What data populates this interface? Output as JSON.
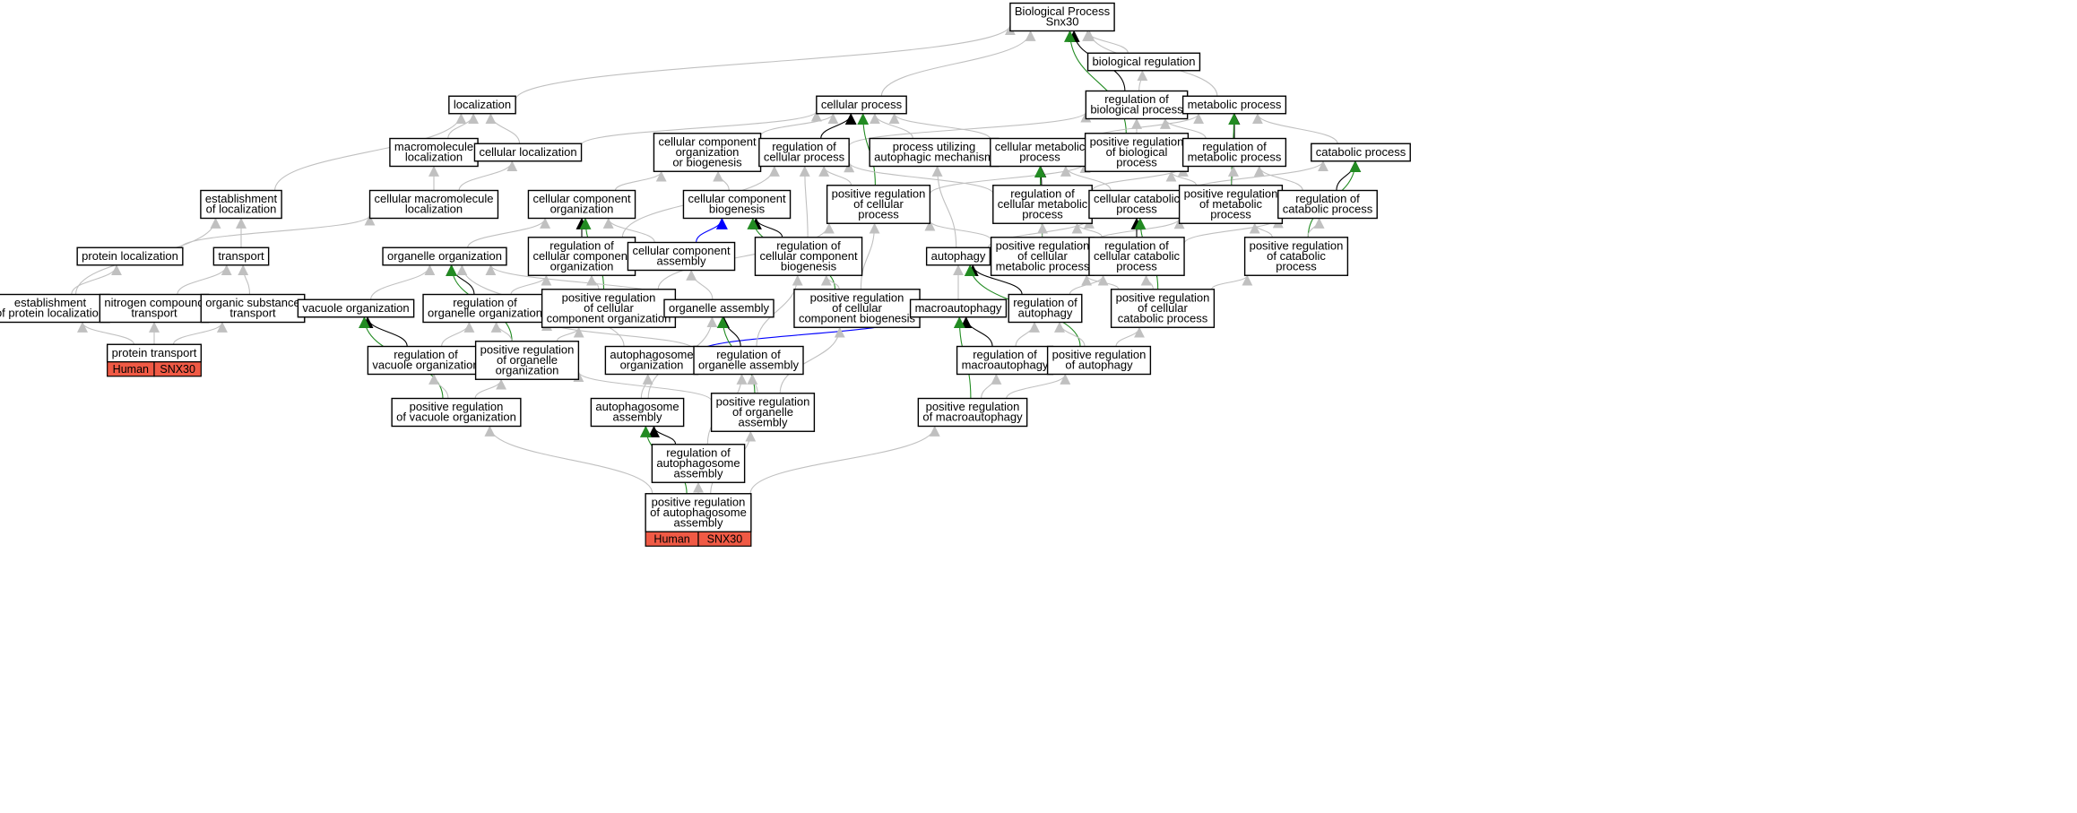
{
  "colors": {
    "is_a": "#c0c0c0",
    "part_of": "#000000",
    "positively_regulates": "#228b22",
    "regulates_blue": "#0000ff",
    "annotation_tag": "#f05a45"
  },
  "nodes": [
    {
      "id": "bp",
      "lines": [
        "Biological Process",
        "Snx30"
      ]
    },
    {
      "id": "biolreg",
      "lines": [
        "biological regulation"
      ]
    },
    {
      "id": "loc",
      "lines": [
        "localization"
      ]
    },
    {
      "id": "cellproc",
      "lines": [
        "cellular process"
      ]
    },
    {
      "id": "regbio",
      "lines": [
        "regulation of",
        "biological process"
      ]
    },
    {
      "id": "metab",
      "lines": [
        "metabolic process"
      ]
    },
    {
      "id": "macroloc",
      "lines": [
        "macromolecule",
        "localization"
      ]
    },
    {
      "id": "cellloc",
      "lines": [
        "cellular localization"
      ]
    },
    {
      "id": "ccob",
      "lines": [
        "cellular component",
        "organization",
        "or biogenesis"
      ]
    },
    {
      "id": "regcell",
      "lines": [
        "regulation of",
        "cellular process"
      ]
    },
    {
      "id": "pum",
      "lines": [
        "process utilizing",
        "autophagic mechanism"
      ]
    },
    {
      "id": "cellmet",
      "lines": [
        "cellular metabolic",
        "process"
      ]
    },
    {
      "id": "posregbio",
      "lines": [
        "positive regulation",
        "of biological",
        "process"
      ]
    },
    {
      "id": "regmet",
      "lines": [
        "regulation of",
        "metabolic process"
      ]
    },
    {
      "id": "catab",
      "lines": [
        "catabolic process"
      ]
    },
    {
      "id": "estloc",
      "lines": [
        "establishment",
        "of localization"
      ]
    },
    {
      "id": "cmacroloc",
      "lines": [
        "cellular macromolecule",
        "localization"
      ]
    },
    {
      "id": "cco",
      "lines": [
        "cellular component",
        "organization"
      ]
    },
    {
      "id": "ccb",
      "lines": [
        "cellular component",
        "biogenesis"
      ]
    },
    {
      "id": "posregcell",
      "lines": [
        "positive regulation",
        "of cellular",
        "process"
      ]
    },
    {
      "id": "regcellmet",
      "lines": [
        "regulation of",
        "cellular metabolic",
        "process"
      ]
    },
    {
      "id": "cellcat",
      "lines": [
        "cellular catabolic",
        "process"
      ]
    },
    {
      "id": "posregmet",
      "lines": [
        "positive regulation",
        "of metabolic",
        "process"
      ]
    },
    {
      "id": "regcat",
      "lines": [
        "regulation of",
        "catabolic process"
      ]
    },
    {
      "id": "protloc",
      "lines": [
        "protein localization"
      ]
    },
    {
      "id": "transport",
      "lines": [
        "transport"
      ]
    },
    {
      "id": "orgorg",
      "lines": [
        "organelle organization"
      ]
    },
    {
      "id": "regcco",
      "lines": [
        "regulation of",
        "cellular component",
        "organization"
      ]
    },
    {
      "id": "cca",
      "lines": [
        "cellular component",
        "assembly"
      ]
    },
    {
      "id": "regccb",
      "lines": [
        "regulation of",
        "cellular component",
        "biogenesis"
      ]
    },
    {
      "id": "autophagy",
      "lines": [
        "autophagy"
      ]
    },
    {
      "id": "posregcellmet",
      "lines": [
        "positive regulation",
        "of cellular",
        "metabolic process"
      ]
    },
    {
      "id": "regcellcat",
      "lines": [
        "regulation of",
        "cellular catabolic",
        "process"
      ]
    },
    {
      "id": "posregcat",
      "lines": [
        "positive regulation",
        "of catabolic",
        "process"
      ]
    },
    {
      "id": "estprotloc",
      "lines": [
        "establishment",
        "of protein localization"
      ]
    },
    {
      "id": "ncompt",
      "lines": [
        "nitrogen compound",
        "transport"
      ]
    },
    {
      "id": "orgsubt",
      "lines": [
        "organic substance",
        "transport"
      ]
    },
    {
      "id": "vacorg",
      "lines": [
        "vacuole organization"
      ]
    },
    {
      "id": "regorgorg",
      "lines": [
        "regulation of",
        "organelle organization"
      ]
    },
    {
      "id": "posregcco",
      "lines": [
        "positive regulation",
        "of cellular",
        "component organization"
      ]
    },
    {
      "id": "orgasm",
      "lines": [
        "organelle assembly"
      ]
    },
    {
      "id": "posregccb",
      "lines": [
        "positive regulation",
        "of cellular",
        "component biogenesis"
      ]
    },
    {
      "id": "macroaut",
      "lines": [
        "macroautophagy"
      ]
    },
    {
      "id": "regaut",
      "lines": [
        "regulation of",
        "autophagy"
      ]
    },
    {
      "id": "posregcellcat",
      "lines": [
        "positive regulation",
        "of cellular",
        "catabolic process"
      ]
    },
    {
      "id": "prottrans",
      "lines": [
        "protein transport"
      ]
    },
    {
      "id": "regvacorg",
      "lines": [
        "regulation of",
        "vacuole organization"
      ]
    },
    {
      "id": "posregorgorg",
      "lines": [
        "positive regulation",
        "of organelle",
        "organization"
      ]
    },
    {
      "id": "apo",
      "lines": [
        "autophagosome",
        "organization"
      ]
    },
    {
      "id": "regorgasm",
      "lines": [
        "regulation of",
        "organelle assembly"
      ]
    },
    {
      "id": "regmacroaut",
      "lines": [
        "regulation of",
        "macroautophagy"
      ]
    },
    {
      "id": "posregaut",
      "lines": [
        "positive regulation",
        "of autophagy"
      ]
    },
    {
      "id": "posregvacorg",
      "lines": [
        "positive regulation",
        "of vacuole organization"
      ]
    },
    {
      "id": "apa",
      "lines": [
        "autophagosome",
        "assembly"
      ]
    },
    {
      "id": "posregorgasm",
      "lines": [
        "positive regulation",
        "of organelle",
        "assembly"
      ]
    },
    {
      "id": "posregmacroaut",
      "lines": [
        "positive regulation",
        "of macroautophagy"
      ]
    },
    {
      "id": "regapa",
      "lines": [
        "regulation of",
        "autophagosome",
        "assembly"
      ]
    },
    {
      "id": "posregapa",
      "lines": [
        "positive regulation",
        "of autophagosome",
        "assembly"
      ]
    }
  ],
  "annotations": [
    {
      "node": "prottrans",
      "species": "Human",
      "gene": "SNX30"
    },
    {
      "node": "posregapa",
      "species": "Human",
      "gene": "SNX30"
    }
  ],
  "edges": [
    {
      "from": "biolreg",
      "to": "bp",
      "type": "is_a"
    },
    {
      "from": "loc",
      "to": "bp",
      "type": "is_a"
    },
    {
      "from": "cellproc",
      "to": "bp",
      "type": "is_a"
    },
    {
      "from": "metab",
      "to": "bp",
      "type": "is_a"
    },
    {
      "from": "regbio",
      "to": "biolreg",
      "type": "is_a"
    },
    {
      "from": "regbio",
      "to": "bp",
      "type": "part_of"
    },
    {
      "from": "posregbio",
      "to": "bp",
      "type": "positively_regulates"
    },
    {
      "from": "posregbio",
      "to": "regbio",
      "type": "is_a"
    },
    {
      "from": "macroloc",
      "to": "loc",
      "type": "is_a"
    },
    {
      "from": "cellloc",
      "to": "loc",
      "type": "is_a"
    },
    {
      "from": "cellloc",
      "to": "cellproc",
      "type": "is_a"
    },
    {
      "from": "ccob",
      "to": "cellproc",
      "type": "is_a"
    },
    {
      "from": "regcell",
      "to": "cellproc",
      "type": "part_of"
    },
    {
      "from": "regcell",
      "to": "regbio",
      "type": "is_a"
    },
    {
      "from": "pum",
      "to": "cellproc",
      "type": "is_a"
    },
    {
      "from": "cellmet",
      "to": "cellproc",
      "type": "is_a"
    },
    {
      "from": "cellmet",
      "to": "metab",
      "type": "is_a"
    },
    {
      "from": "regmet",
      "to": "metab",
      "type": "part_of"
    },
    {
      "from": "regmet",
      "to": "regbio",
      "type": "is_a"
    },
    {
      "from": "catab",
      "to": "metab",
      "type": "is_a"
    },
    {
      "from": "estloc",
      "to": "loc",
      "type": "is_a"
    },
    {
      "from": "cmacroloc",
      "to": "macroloc",
      "type": "is_a"
    },
    {
      "from": "cmacroloc",
      "to": "cellloc",
      "type": "is_a"
    },
    {
      "from": "cco",
      "to": "ccob",
      "type": "is_a"
    },
    {
      "from": "ccb",
      "to": "ccob",
      "type": "is_a"
    },
    {
      "from": "posregcell",
      "to": "cellproc",
      "type": "positively_regulates"
    },
    {
      "from": "posregcell",
      "to": "regcell",
      "type": "is_a"
    },
    {
      "from": "posregcell",
      "to": "posregbio",
      "type": "is_a"
    },
    {
      "from": "regcellmet",
      "to": "cellmet",
      "type": "part_of"
    },
    {
      "from": "regcellmet",
      "to": "regcell",
      "type": "is_a"
    },
    {
      "from": "regcellmet",
      "to": "regmet",
      "type": "is_a"
    },
    {
      "from": "cellcat",
      "to": "cellmet",
      "type": "is_a"
    },
    {
      "from": "cellcat",
      "to": "catab",
      "type": "is_a"
    },
    {
      "from": "posregmet",
      "to": "metab",
      "type": "positively_regulates"
    },
    {
      "from": "posregmet",
      "to": "regmet",
      "type": "is_a"
    },
    {
      "from": "posregmet",
      "to": "posregbio",
      "type": "is_a"
    },
    {
      "from": "regcat",
      "to": "catab",
      "type": "part_of"
    },
    {
      "from": "regcat",
      "to": "regmet",
      "type": "is_a"
    },
    {
      "from": "protloc",
      "to": "cmacroloc",
      "type": "is_a"
    },
    {
      "from": "transport",
      "to": "estloc",
      "type": "is_a"
    },
    {
      "from": "orgorg",
      "to": "cco",
      "type": "is_a"
    },
    {
      "from": "regcco",
      "to": "cco",
      "type": "part_of"
    },
    {
      "from": "regcco",
      "to": "regcell",
      "type": "is_a"
    },
    {
      "from": "cca",
      "to": "ccb",
      "type": "regulates_blue"
    },
    {
      "from": "cca",
      "to": "cco",
      "type": "is_a"
    },
    {
      "from": "regccb",
      "to": "ccb",
      "type": "part_of"
    },
    {
      "from": "regccb",
      "to": "regcell",
      "type": "is_a"
    },
    {
      "from": "autophagy",
      "to": "pum",
      "type": "is_a"
    },
    {
      "from": "autophagy",
      "to": "cellcat",
      "type": "is_a"
    },
    {
      "from": "posregcellmet",
      "to": "cellmet",
      "type": "positively_regulates"
    },
    {
      "from": "posregcellmet",
      "to": "regcellmet",
      "type": "is_a"
    },
    {
      "from": "posregcellmet",
      "to": "posregcell",
      "type": "is_a"
    },
    {
      "from": "posregcellmet",
      "to": "posregmet",
      "type": "is_a"
    },
    {
      "from": "regcellcat",
      "to": "cellcat",
      "type": "part_of"
    },
    {
      "from": "regcellcat",
      "to": "regcellmet",
      "type": "is_a"
    },
    {
      "from": "regcellcat",
      "to": "regcat",
      "type": "is_a"
    },
    {
      "from": "posregcat",
      "to": "catab",
      "type": "positively_regulates"
    },
    {
      "from": "posregcat",
      "to": "regcat",
      "type": "is_a"
    },
    {
      "from": "posregcat",
      "to": "posregmet",
      "type": "is_a"
    },
    {
      "from": "estprotloc",
      "to": "estloc",
      "type": "is_a"
    },
    {
      "from": "estprotloc",
      "to": "protloc",
      "type": "is_a"
    },
    {
      "from": "ncompt",
      "to": "transport",
      "type": "is_a"
    },
    {
      "from": "orgsubt",
      "to": "transport",
      "type": "is_a"
    },
    {
      "from": "vacorg",
      "to": "orgorg",
      "type": "is_a"
    },
    {
      "from": "regorgorg",
      "to": "orgorg",
      "type": "part_of"
    },
    {
      "from": "regorgorg",
      "to": "regcco",
      "type": "is_a"
    },
    {
      "from": "posregcco",
      "to": "cco",
      "type": "positively_regulates"
    },
    {
      "from": "posregcco",
      "to": "regcco",
      "type": "is_a"
    },
    {
      "from": "posregcco",
      "to": "posregcell",
      "type": "is_a"
    },
    {
      "from": "orgasm",
      "to": "orgorg",
      "type": "is_a"
    },
    {
      "from": "orgasm",
      "to": "cca",
      "type": "is_a"
    },
    {
      "from": "posregccb",
      "to": "ccb",
      "type": "positively_regulates"
    },
    {
      "from": "posregccb",
      "to": "regccb",
      "type": "is_a"
    },
    {
      "from": "posregccb",
      "to": "posregcell",
      "type": "is_a"
    },
    {
      "from": "macroaut",
      "to": "autophagy",
      "type": "is_a"
    },
    {
      "from": "regaut",
      "to": "autophagy",
      "type": "part_of"
    },
    {
      "from": "regaut",
      "to": "regcellcat",
      "type": "is_a"
    },
    {
      "from": "posregcellcat",
      "to": "cellcat",
      "type": "positively_regulates"
    },
    {
      "from": "posregcellcat",
      "to": "regcellcat",
      "type": "is_a"
    },
    {
      "from": "posregcellcat",
      "to": "posregcellmet",
      "type": "is_a"
    },
    {
      "from": "posregcellcat",
      "to": "posregcat",
      "type": "is_a"
    },
    {
      "from": "prottrans",
      "to": "estprotloc",
      "type": "is_a"
    },
    {
      "from": "prottrans",
      "to": "ncompt",
      "type": "is_a"
    },
    {
      "from": "prottrans",
      "to": "orgsubt",
      "type": "is_a"
    },
    {
      "from": "regvacorg",
      "to": "vacorg",
      "type": "part_of"
    },
    {
      "from": "regvacorg",
      "to": "regorgorg",
      "type": "is_a"
    },
    {
      "from": "posregorgorg",
      "to": "orgorg",
      "type": "positively_regulates"
    },
    {
      "from": "posregorgorg",
      "to": "regorgorg",
      "type": "is_a"
    },
    {
      "from": "posregorgorg",
      "to": "posregcco",
      "type": "is_a"
    },
    {
      "from": "apo",
      "to": "macroaut",
      "type": "regulates_blue"
    },
    {
      "from": "apo",
      "to": "orgorg",
      "type": "is_a"
    },
    {
      "from": "regorgasm",
      "to": "orgasm",
      "type": "part_of"
    },
    {
      "from": "regorgasm",
      "to": "regorgorg",
      "type": "is_a"
    },
    {
      "from": "regorgasm",
      "to": "regccb",
      "type": "is_a"
    },
    {
      "from": "regmacroaut",
      "to": "macroaut",
      "type": "part_of"
    },
    {
      "from": "regmacroaut",
      "to": "regaut",
      "type": "is_a"
    },
    {
      "from": "posregaut",
      "to": "autophagy",
      "type": "positively_regulates"
    },
    {
      "from": "posregaut",
      "to": "regaut",
      "type": "is_a"
    },
    {
      "from": "posregaut",
      "to": "posregcellcat",
      "type": "is_a"
    },
    {
      "from": "posregvacorg",
      "to": "vacorg",
      "type": "positively_regulates"
    },
    {
      "from": "posregvacorg",
      "to": "regvacorg",
      "type": "is_a"
    },
    {
      "from": "posregvacorg",
      "to": "posregorgorg",
      "type": "is_a"
    },
    {
      "from": "apa",
      "to": "apo",
      "type": "is_a"
    },
    {
      "from": "apa",
      "to": "orgasm",
      "type": "is_a"
    },
    {
      "from": "posregorgasm",
      "to": "orgasm",
      "type": "positively_regulates"
    },
    {
      "from": "posregorgasm",
      "to": "regorgasm",
      "type": "is_a"
    },
    {
      "from": "posregorgasm",
      "to": "posregorgorg",
      "type": "is_a"
    },
    {
      "from": "posregorgasm",
      "to": "posregccb",
      "type": "is_a"
    },
    {
      "from": "posregmacroaut",
      "to": "macroaut",
      "type": "positively_regulates"
    },
    {
      "from": "posregmacroaut",
      "to": "regmacroaut",
      "type": "is_a"
    },
    {
      "from": "posregmacroaut",
      "to": "posregaut",
      "type": "is_a"
    },
    {
      "from": "regapa",
      "to": "apa",
      "type": "part_of"
    },
    {
      "from": "regapa",
      "to": "regorgasm",
      "type": "is_a"
    },
    {
      "from": "posregapa",
      "to": "apa",
      "type": "positively_regulates"
    },
    {
      "from": "posregapa",
      "to": "regapa",
      "type": "is_a"
    },
    {
      "from": "posregapa",
      "to": "posregvacorg",
      "type": "is_a"
    },
    {
      "from": "posregapa",
      "to": "posregorgasm",
      "type": "is_a"
    },
    {
      "from": "posregapa",
      "to": "posregmacroaut",
      "type": "is_a"
    }
  ]
}
